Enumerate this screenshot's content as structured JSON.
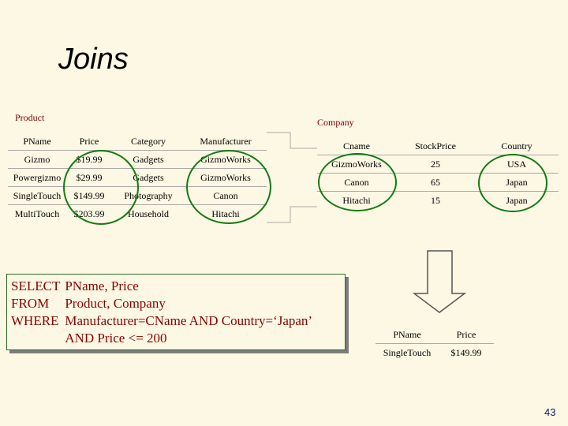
{
  "title": "Joins",
  "product": {
    "label": "Product",
    "columns": [
      "PName",
      "Price",
      "Category",
      "Manufacturer"
    ],
    "rows": [
      [
        "Gizmo",
        "$19.99",
        "Gadgets",
        "GizmoWorks"
      ],
      [
        "Powergizmo",
        "$29.99",
        "Gadgets",
        "GizmoWorks"
      ],
      [
        "SingleTouch",
        "$149.99",
        "Photography",
        "Canon"
      ],
      [
        "MultiTouch",
        "$203.99",
        "Household",
        "Hitachi"
      ]
    ]
  },
  "company": {
    "label": "Company",
    "columns": [
      "Cname",
      "StockPrice",
      "Country"
    ],
    "rows": [
      [
        "GizmoWorks",
        "25",
        "USA"
      ],
      [
        "Canon",
        "65",
        "Japan"
      ],
      [
        "Hitachi",
        "15",
        "Japan"
      ]
    ]
  },
  "query": {
    "lines": [
      [
        "SELECT",
        "PName, Price"
      ],
      [
        "FROM",
        "Product, Company"
      ],
      [
        "WHERE",
        "Manufacturer=CName AND Country=‘Japan’"
      ],
      [
        "",
        "AND Price <= 200"
      ]
    ]
  },
  "result": {
    "columns": [
      "PName",
      "Price"
    ],
    "rows": [
      [
        "SingleTouch",
        "$149.99"
      ]
    ]
  },
  "colors": {
    "highlight": "#137a13",
    "query_text": "#8b0000",
    "label": "#800000"
  },
  "page_number": "43"
}
